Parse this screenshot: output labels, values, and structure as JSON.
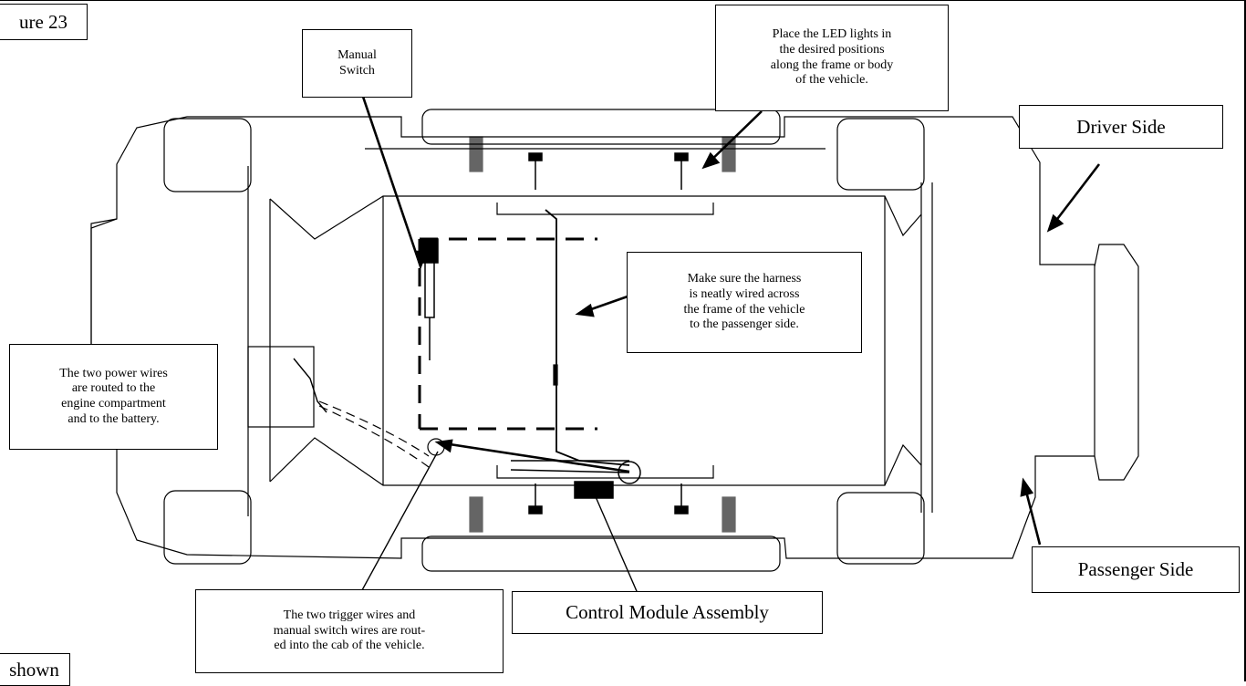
{
  "figure_label": "ure 23",
  "shown_label": "shown",
  "callouts": {
    "manual_switch": "Manual\nSwitch",
    "led_lights": "Place the LED lights in\nthe desired positions\nalong the frame or body\nof the vehicle.",
    "driver_side": "Driver Side",
    "harness": "Make sure the harness\nis neatly wired across\nthe frame of the vehicle\nto the passenger side.",
    "power_wires": "The two power wires\nare routed to the\nengine compartment\nand to the battery.",
    "trigger_wires": "The two trigger wires and\nmanual switch wires are rout-\ned into the cab of the vehicle.",
    "control_module": "Control Module Assembly",
    "passenger_side": "Passenger Side"
  }
}
